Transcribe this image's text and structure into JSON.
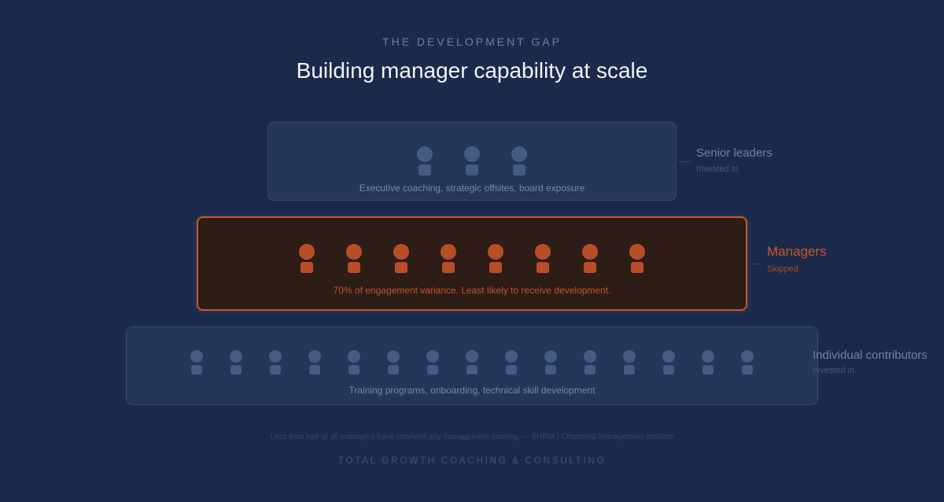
{
  "header": {
    "eyebrow": "THE DEVELOPMENT GAP",
    "title": "Building manager capability at scale"
  },
  "tiers": [
    {
      "name": "Senior leaders",
      "status": "Invested in",
      "people_count": 3,
      "description": "Executive coaching, strategic offsites, board exposure"
    },
    {
      "name": "Managers",
      "status": "Skipped",
      "people_count": 8,
      "description": "70% of engagement variance. Least likely to receive development."
    },
    {
      "name": "Individual contributors",
      "status": "Invested in",
      "people_count": 15,
      "description": "Training programs, onboarding, technical skill development"
    }
  ],
  "footer": {
    "citation": "Less than half of all managers have received any management training. — SHRM / Chartered Management Institute",
    "brand": "TOTAL GROWTH COACHING & CONSULTING"
  },
  "colors": {
    "background": "#1b2a4b",
    "highlight": "#c9572c",
    "invested": "#445c82"
  }
}
